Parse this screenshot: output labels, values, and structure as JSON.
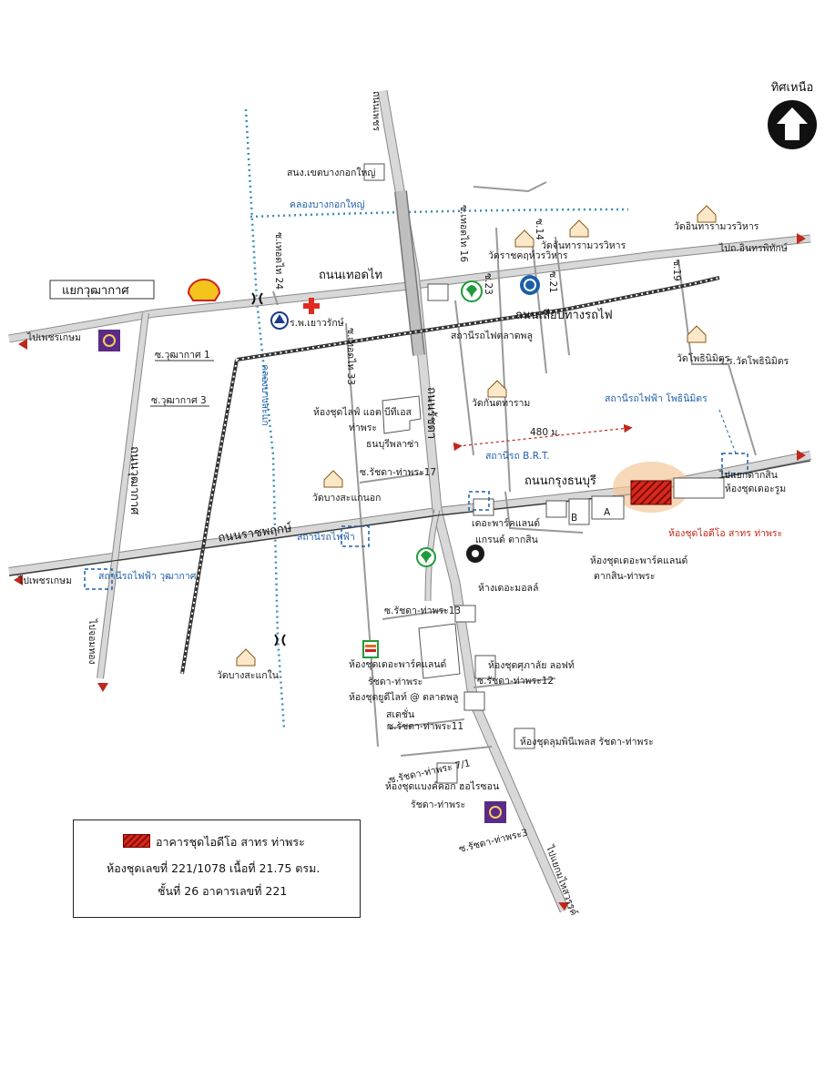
{
  "north": {
    "label": "ทิศเหนือ"
  },
  "roads": {
    "thoet_thai": "ถนนเทอดไท",
    "kao_rot_fai": "ถนนเลียบทางรถไฟ",
    "krung_thonburi": "ถนนกรุงธนบุรี",
    "ratchaphruek": "ถนนราชพฤกษ์",
    "ratchada": "ถนนรัชดา",
    "wutthakat": "ถนนวุฒากาศ",
    "phetkasem_top": "ถนนเพชร"
  },
  "directions": {
    "phetkasem_west": "ไปเพชรเกษม",
    "phetkasem_south": "ไปเพชรเกษม",
    "intharaphitak": "ไปถ.อินทรพิทักษ์",
    "tak_sin": "ไปแยกตากสิน",
    "bang_wa": "ไปจอมทอง",
    "south_road": "ไปแยกมไหสวรรค์"
  },
  "places": {
    "junction": "แยกวุฒากาศ",
    "office": "สนง.เขตบางกอกใหญ่",
    "canal_top": "คลองบางกอกใหญ่",
    "canal_side": "คลองบางสะแก",
    "wat_intharam": "วัดอินทารามวรวิหาร",
    "wat_ratchakhru": "วัดราชคฤห์วรวิหาร",
    "wat_chanthram": "วัดจันทารามวรวิหาร",
    "hospital": "ร.พ.เยาวรักษ์",
    "station_talat_phlu": "สถานีรถไฟตลาดพลู",
    "wat_phothi": "วัดโพธินิมิตร",
    "school_phothi": "ร.ร.วัดโพธินิมิตร",
    "wat_kanlaya": "วัดกันตทาราม",
    "condo_life": "ห้องชุดไลฟ์ แอต บีทีเอส",
    "tha_phra": "ท่าพระ",
    "thonburi_plaza": "ธนบุรีพลาซ่า",
    "soi_ratchada17": "ซ.รัชดา-ท่าพระ17",
    "wat_bang_sakae_nok": "วัดบางสะแกนอก",
    "bts_station": "สถานีรถไฟฟ้า",
    "bts_wutthakat": "สถานีรถไฟฟ้า วุฒากาศ",
    "bts_pho_nimit": "สถานีรถไฟฟ้า โพธินิมิตร",
    "brt": "สถานีรถ B.R.T.",
    "distance": "480 ม.",
    "parkland_grand": "เดอะพาร์คแลนด์",
    "grand_taksin": "แกรนด์ ตากสิน",
    "condo_dero": "ห้องชุดเดอะรูม",
    "target_condo": "ห้องชุดไอดีโอ สาทร ท่าพระ",
    "parkland_taksin": "ห้องชุดเดอะพาร์คแลนด์",
    "taksin_thaphra": "ตากสิน-ท่าพระ",
    "the_mall": "ห้างเดอะมอลล์",
    "soi_ratchada13": "ซ.รัชดา-ท่าพระ13",
    "parkland_ratchada": "ห้องชุดเดอะพาร์คแลนด์",
    "ratchada_thaphra": "รัชดา-ท่าพระ",
    "u_delight": "ห้องชุดยูดีไลท์ @ ตลาดพลู",
    "station_word": "สเตชั่น",
    "soi_ratchada11": "ซ.รัชดา-ท่าพระ11",
    "supalai_loft": "ห้องชุดศุภาลัย ลอฟท์",
    "soi_ratchada12": "ซ.รัชดา-ท่าพระ12",
    "lumpini": "ห้องชุดลุมพินีเพลส รัชดา-ท่าพระ",
    "soi_ratchada7": "ซ.รัชดา-ท่าพระ 7/1",
    "bangkok_horizon": "ห้องชุดแบงค์คอก ฮอไรซอน",
    "ratchada_thaphra2": "รัชดา-ท่าพระ",
    "soi_ratchada3": "ซ.รัชดา-ท่าพระ3",
    "wat_bang_sakae_nai": "วัดบางสะแกใน",
    "soi_wutthakat1": "ซ.วุฒากาศ 1",
    "soi_wutthakat3": "ซ.วุฒากาศ 3",
    "soi_thoetthai24": "ซ.เทอดไท 24",
    "soi_thoetthai33": "ซ.เทอดไท 33",
    "soi_thoetthai16": "ซ.เทอดไท 16",
    "soi23": "ซ.23",
    "soi14": "ซ.14",
    "soi21": "ซ.21",
    "soi19": "ซ.19",
    "bld_a": "A",
    "bld_b": "B"
  },
  "legend": {
    "title": "อาคารชุดไอดีโอ สาทร ท่าพระ",
    "line2": "ห้องชุดเลขที่ 221/1078  เนื้อที่ 21.75 ตรม.",
    "line3": "ชั้นที่ 26  อาคารเลขที่ 221"
  },
  "colors": {
    "road": "#c8c8c8",
    "rail": "#333333",
    "canal": "#3a8fb5",
    "target": "#d9281c",
    "blue_text": "#1f5fa8",
    "red_text": "#c0281c"
  }
}
